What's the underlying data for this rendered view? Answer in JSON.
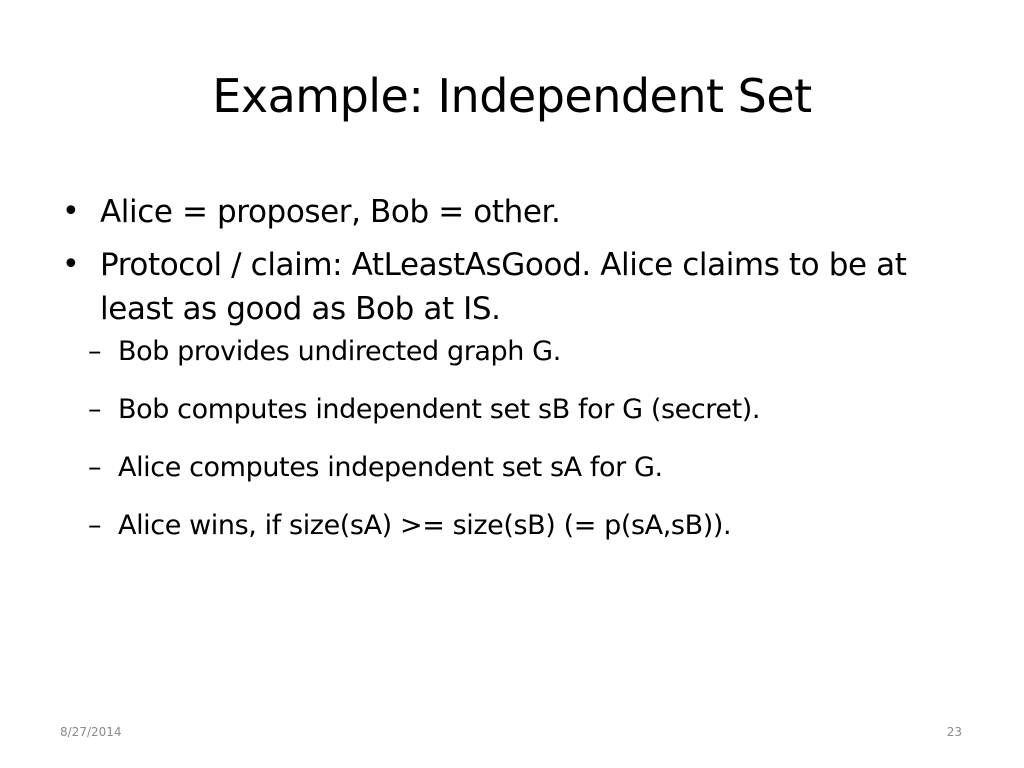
{
  "slide": {
    "title": "Example: Independent Set",
    "bullets": [
      {
        "text": "Alice = proposer, Bob = other.",
        "sub": []
      },
      {
        "text": "Protocol / claim: AtLeastAsGood. Alice claims to be at least as good as Bob at IS.",
        "sub": [
          "Bob provides undirected graph G.",
          "Bob computes independent set sB for G (secret).",
          "Alice computes independent set sA for G.",
          "Alice wins, if size(sA) >= size(sB) (= p(sA,sB))."
        ]
      }
    ]
  },
  "footer": {
    "date": "8/27/2014",
    "page_number": "23"
  },
  "glyphs": {
    "bullet": "•",
    "dash": "–"
  },
  "colors": {
    "background": "#ffffff",
    "text": "#000000",
    "footer_text": "#8a8a8a"
  }
}
